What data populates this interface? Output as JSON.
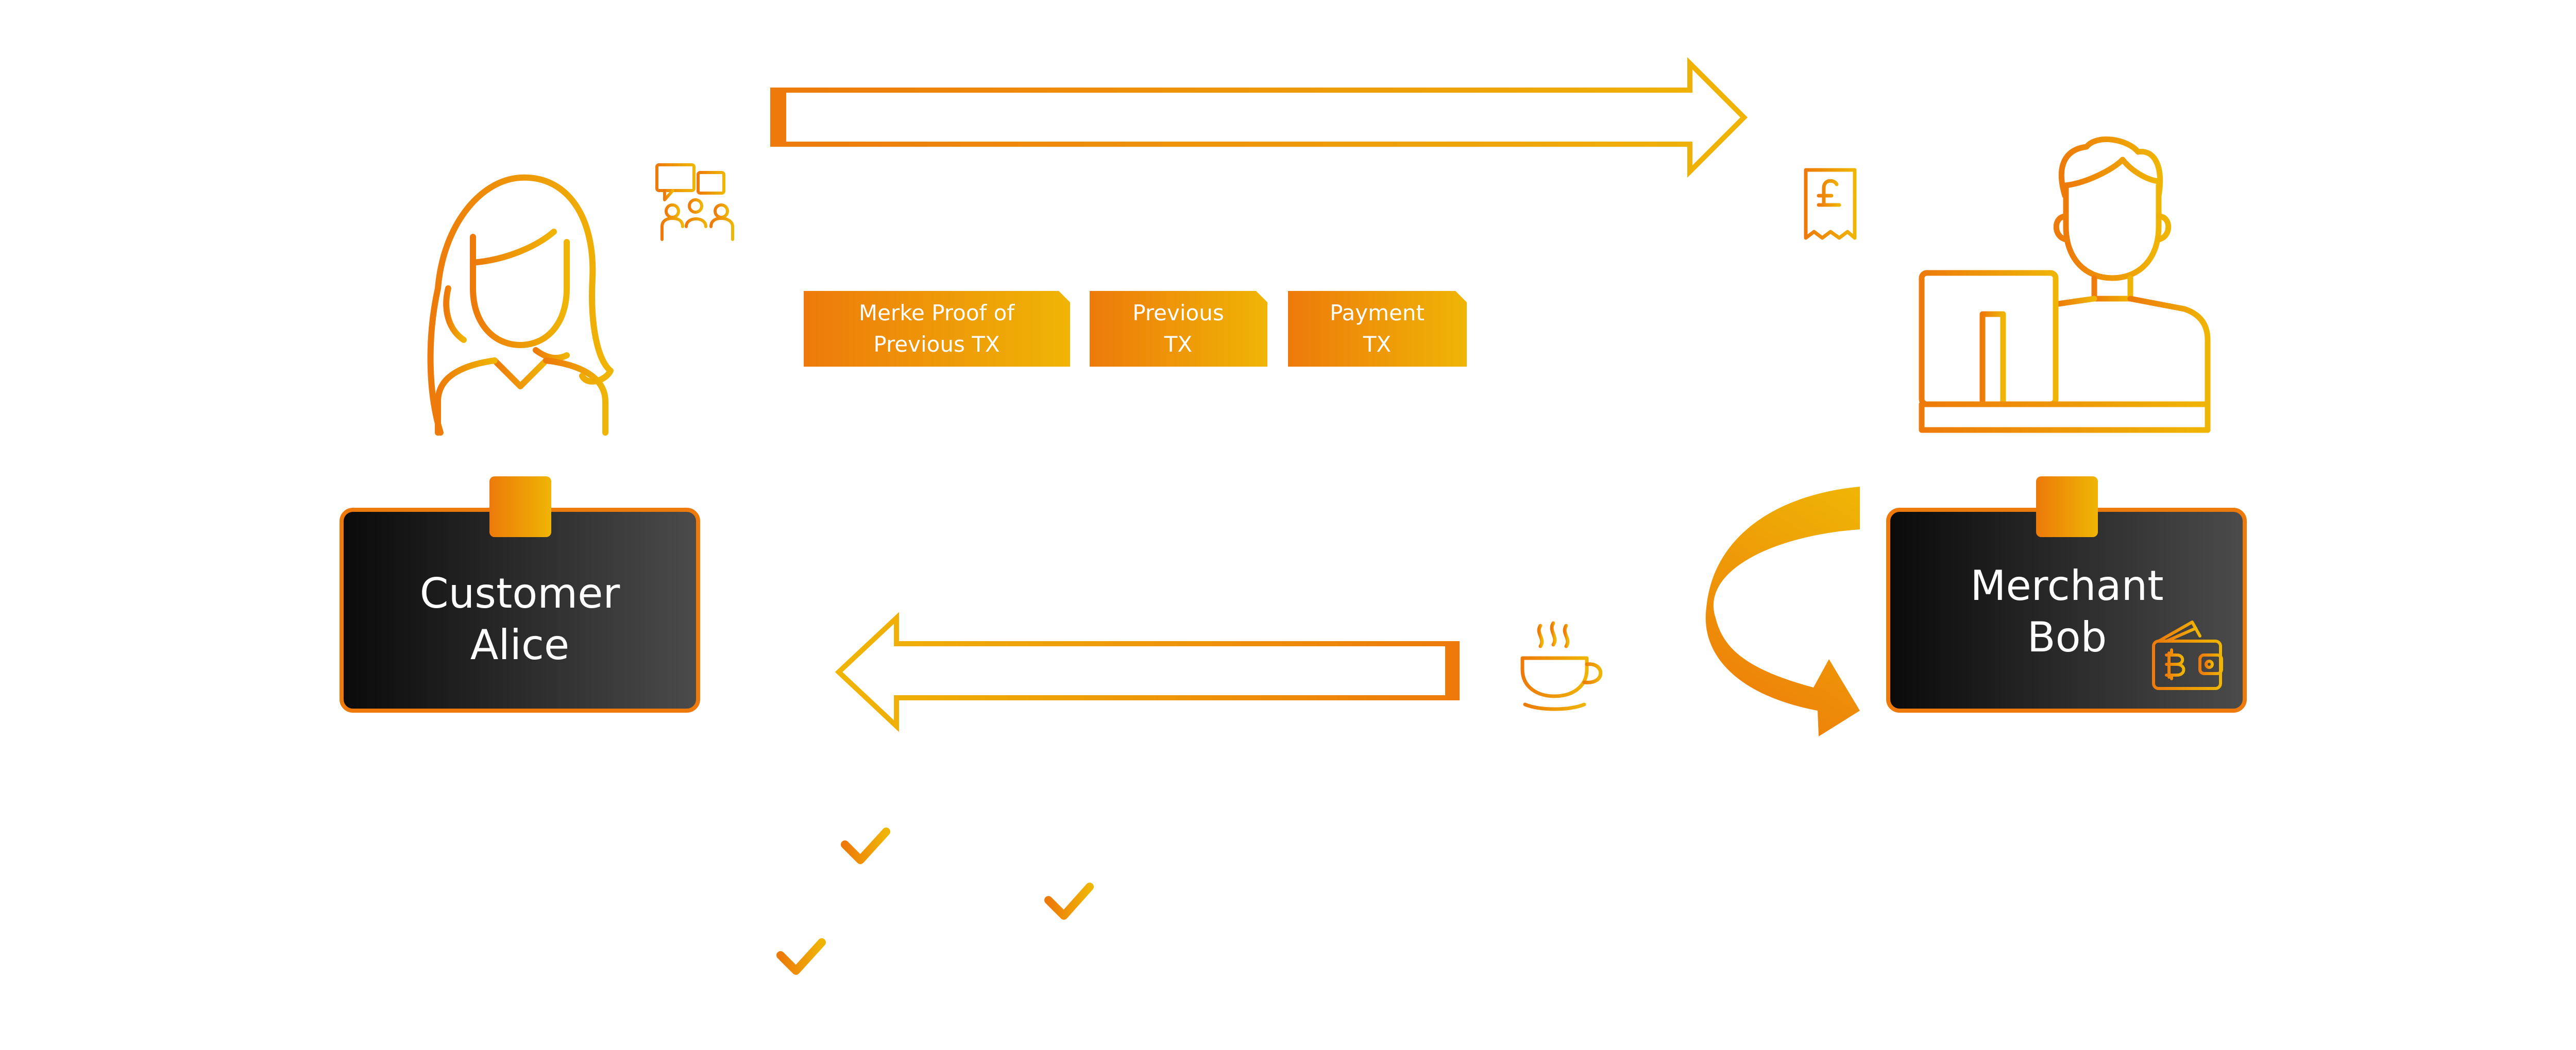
{
  "nodes": {
    "customer": {
      "line1": "Customer",
      "line2": "Alice"
    },
    "merchant": {
      "line1": "Merchant",
      "line2": "Bob"
    }
  },
  "tags": [
    {
      "line1": "Merke Proof of",
      "line2": "Previous TX"
    },
    {
      "line1": "Previous",
      "line2": "TX"
    },
    {
      "line1": "Payment",
      "line2": "TX"
    }
  ],
  "colors": {
    "orange": "#ED7A0A",
    "yellow": "#EFB505",
    "node_dark": "#0A0A0A",
    "node_grey": "#4B4B4B",
    "node_text": "#FFFFFF"
  },
  "icons": [
    "customer-person-icon",
    "chat-meeting-icon",
    "receipt-pound-icon",
    "merchant-person-computer-icon",
    "coffee-cup-icon",
    "bitcoin-wallet-icon",
    "check-icon"
  ]
}
